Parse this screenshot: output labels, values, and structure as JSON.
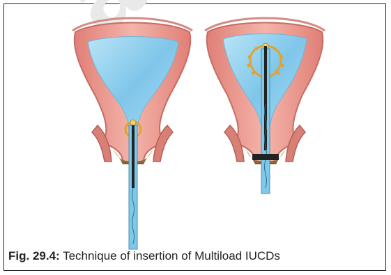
{
  "watermark": "a",
  "caption": {
    "label": "Fig. 29.4:",
    "text": " Technique of insertion of Multiload IUCDs"
  },
  "colors": {
    "uterus_wall": "#f0a8a0",
    "uterus_edge": "#c96e66",
    "cavity": "#8fd0ee",
    "cervix_tissue": "#caa46c",
    "device_gold": "#e0a430",
    "inserter_tube": "#7ec8e8",
    "inserter_rod": "#222222"
  }
}
